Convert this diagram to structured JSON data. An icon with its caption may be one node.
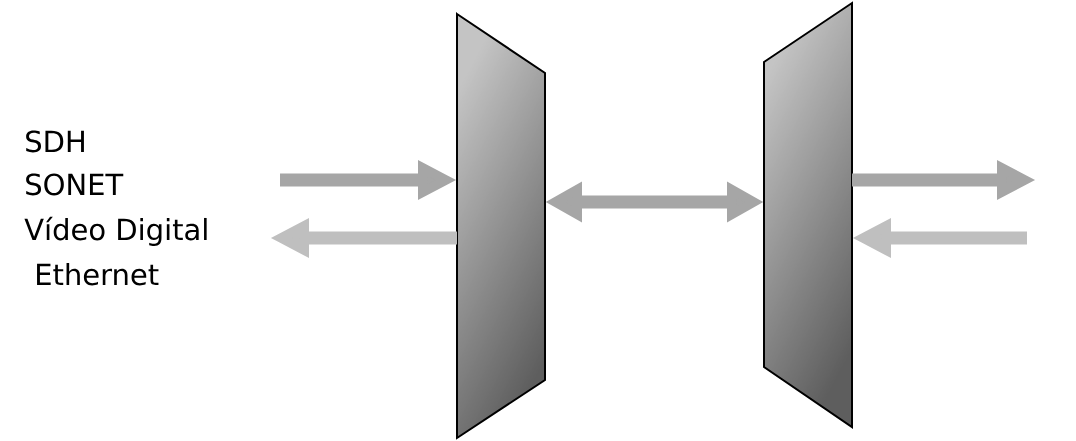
{
  "diagram": {
    "nodes": [
      {
        "text": [],
        "shape": "trapezoid"
      },
      {
        "text": [],
        "shape": "trapezoid"
      }
    ],
    "edges": [
      {
        "from": null,
        "to": 0,
        "arrow": "to"
      },
      {
        "from": 0,
        "to": null,
        "arrow": "to",
        "color": "#bfbfbf"
      },
      {
        "from": 0,
        "to": 1,
        "arrow": "both"
      },
      {
        "from": 1,
        "to": null,
        "arrow": "to"
      },
      {
        "from": null,
        "to": 1,
        "arrow": "to",
        "color": "#bfbfbf"
      }
    ],
    "labels": [
      "SDH",
      "SONET",
      "Vídeo Digital",
      "Ethernet"
    ]
  }
}
